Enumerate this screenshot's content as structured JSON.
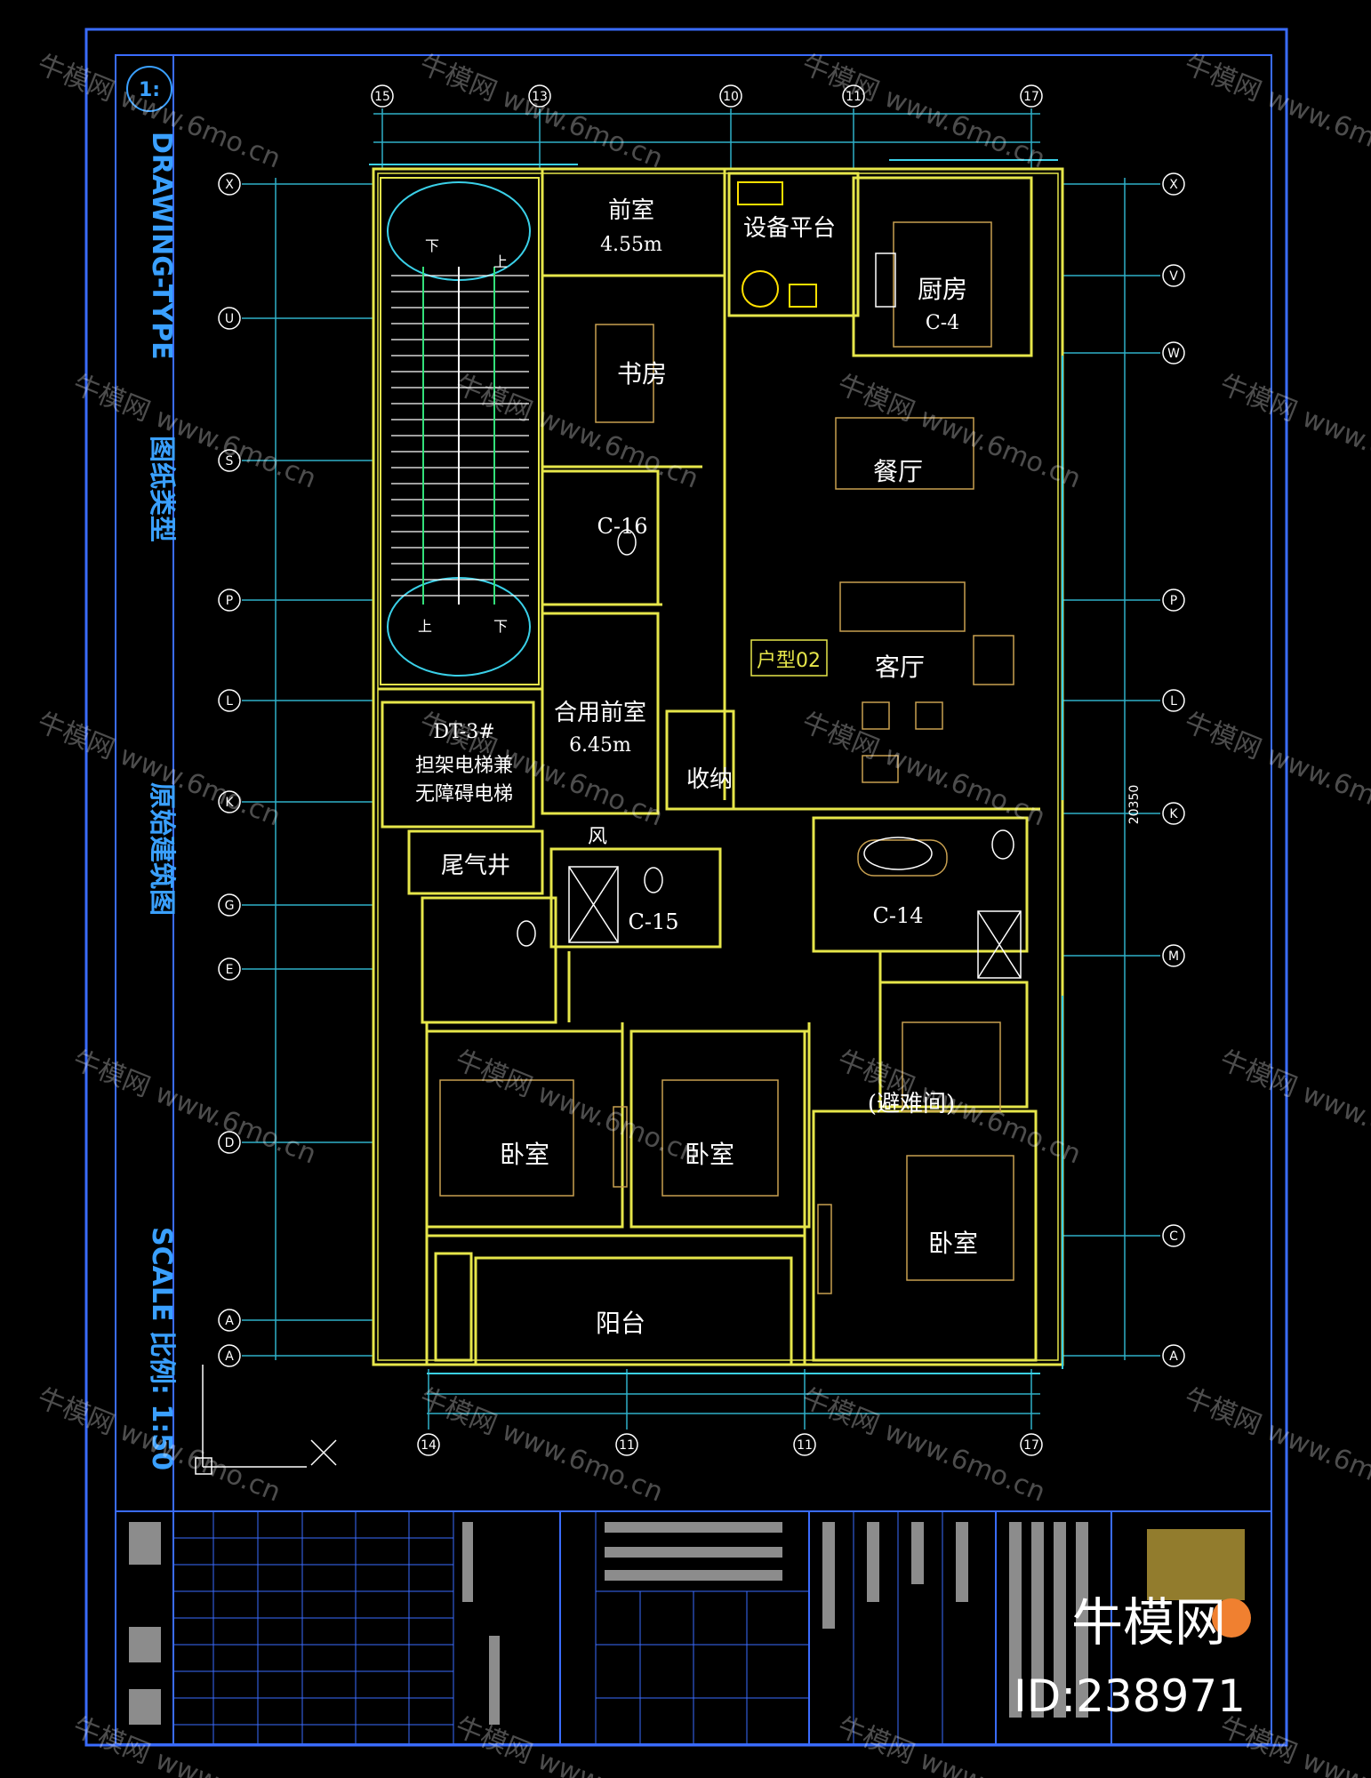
{
  "title_block_vertical": {
    "number": "1:",
    "drawing_type_en": "DRAWING-TYPE",
    "drawing_type_cn": "图纸类型",
    "drawing_name": "原始建筑图",
    "scale": "SCALE 比例: 1:50"
  },
  "grid_labels": {
    "top": [
      "15",
      "13",
      "10",
      "11",
      "17"
    ],
    "bottom": [
      "14",
      "11",
      "11",
      "17"
    ],
    "left": [
      "X",
      "U",
      "S",
      "P",
      "L",
      "K",
      "G",
      "E",
      "D",
      "A",
      "A"
    ],
    "right": [
      "X",
      "V",
      "W",
      "P",
      "L",
      "K",
      "M",
      "C",
      "A"
    ]
  },
  "dimension_text": "20350",
  "rooms": {
    "entrance_hall": "前室",
    "entrance_area": "4.55m",
    "equipment_platform": "设备平台",
    "kitchen": "厨房",
    "kitchen_code": "C-4",
    "study": "书房",
    "dining": "餐厅",
    "bath_c16": "C-16",
    "unit_type": "户型02",
    "living": "客厅",
    "shared_hall": "合用前室",
    "shared_hall_area": "6.45m",
    "elevator": "DT-3#",
    "elevator_desc_1": "担架电梯兼",
    "elevator_desc_2": "无障碍电梯",
    "storage": "收纳",
    "wind": "风",
    "exhaust_shaft": "尾气井",
    "bath_c15": "C-15",
    "bath_c14": "C-14",
    "refuge_room": "(避难间)",
    "bedroom_1": "卧室",
    "bedroom_2": "卧室",
    "bedroom_3": "卧室",
    "balcony": "阳台",
    "stair_down": "下",
    "stair_up": "上"
  },
  "watermark": {
    "brand": "牛模网",
    "url": "www.6mo.cn",
    "id": "ID:238971"
  },
  "colors": {
    "background": "#000000",
    "frame": "#3a6cff",
    "wall": "#e6e64a",
    "axis": "#2fb0c8",
    "furniture": "#c8a050",
    "label": "#ffffff"
  }
}
